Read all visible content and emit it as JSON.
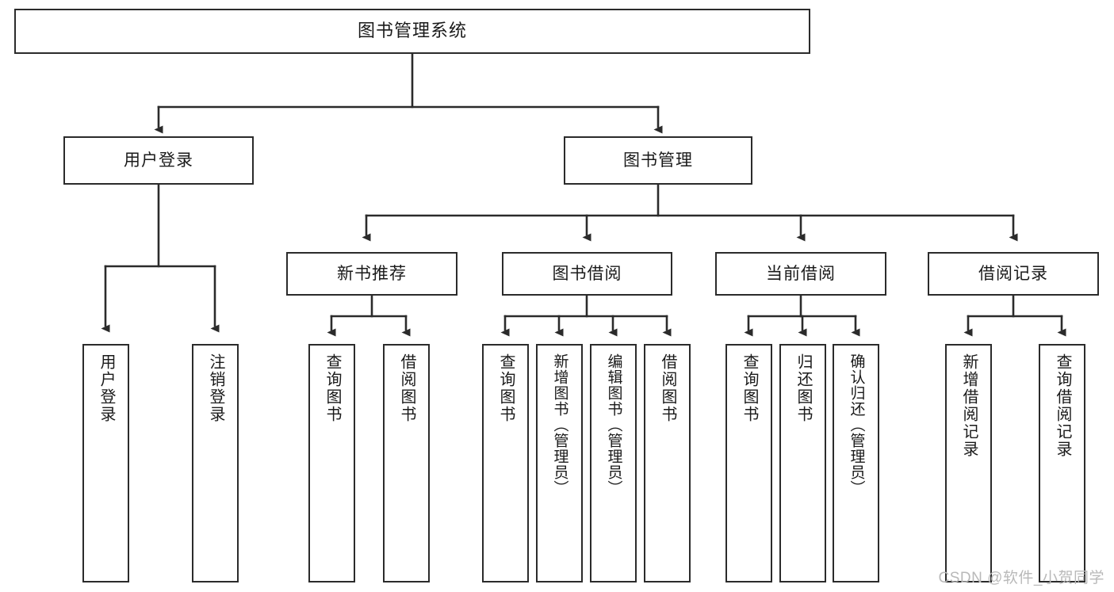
{
  "diagram": {
    "title": "图书管理系统",
    "watermark": "CSDN @软件_小贺同学",
    "line_color": "#2b2b2b",
    "box_fill": "#ffffff",
    "text_color": "#1a1a1a",
    "watermark_color": "#b9b9b9"
  },
  "root": {
    "label": "图书管理系统"
  },
  "level1": [
    {
      "label": "用户登录"
    },
    {
      "label": "图书管理"
    }
  ],
  "level2": [
    {
      "label": "新书推荐"
    },
    {
      "label": "图书借阅"
    },
    {
      "label": "当前借阅"
    },
    {
      "label": "借阅记录"
    }
  ],
  "leaves": {
    "user_login": [
      {
        "label": "用户登录"
      },
      {
        "label": "注销登录"
      }
    ],
    "new_book": [
      {
        "label": "查询图书"
      },
      {
        "label": "借阅图书"
      }
    ],
    "book_borrow": [
      {
        "label": "查询图书"
      },
      {
        "label": "新增图书（管理员）"
      },
      {
        "label": "编辑图书（管理员）"
      },
      {
        "label": "借阅图书"
      }
    ],
    "current_borrow": [
      {
        "label": "查询图书"
      },
      {
        "label": "归还图书"
      },
      {
        "label": "确认归还（管理员）"
      }
    ],
    "borrow_record": [
      {
        "label": "新增借阅记录"
      },
      {
        "label": "查询借阅记录"
      }
    ]
  }
}
